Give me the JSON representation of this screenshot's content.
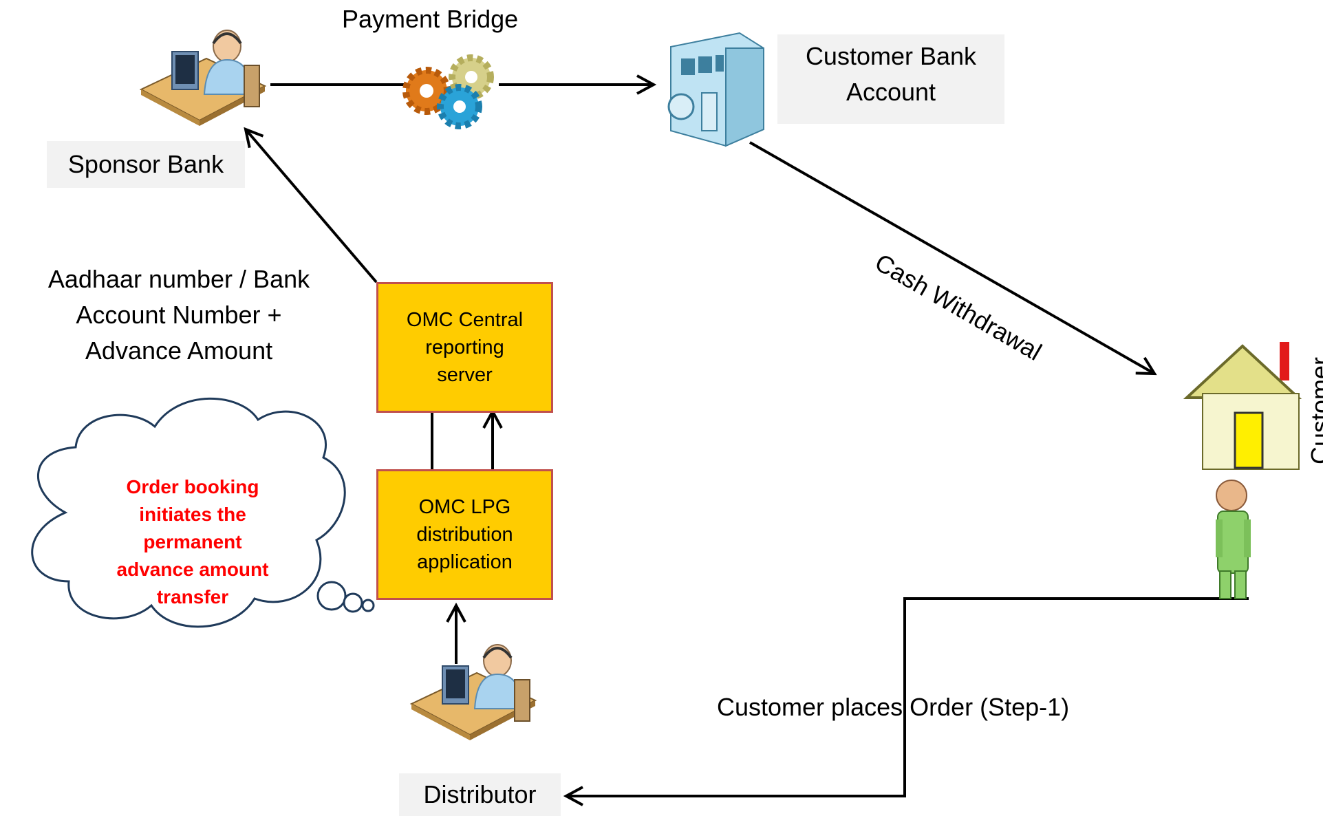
{
  "diagram": {
    "labels": {
      "payment_bridge": "Payment  Bridge",
      "customer_bank_account": "Customer Bank\nAccount",
      "sponsor_bank": "Sponsor Bank",
      "aadhaar_note": "Aadhaar number  / Bank\nAccount Number  +\nAdvance Amount",
      "cash_withdrawal": "Cash Withdrawal",
      "customer": "Customer",
      "customer_places_order": "Customer places Order (Step-1)",
      "distributor": "Distributor"
    },
    "boxes": {
      "omc_central": "OMC Central\nreporting\nserver",
      "omc_lpg": "OMC LPG\ndistribution\napplication"
    },
    "thought_bubble": "Order booking\ninitiates the\npermanent\nadvance amount\ntransfer",
    "colors": {
      "box_fill": "#ffcc00",
      "box_border": "#c0504d",
      "label_background": "#f2f2f2",
      "thought_text": "#ff0000",
      "arrows": "#000000"
    },
    "icons": {
      "sponsor_bank": "operator-at-desk-icon",
      "payment_bridge": "gears-icon",
      "customer_bank": "bank-building-icon",
      "customer_house": "house-icon",
      "customer_person": "person-icon",
      "distributor": "operator-at-desk-icon"
    }
  }
}
